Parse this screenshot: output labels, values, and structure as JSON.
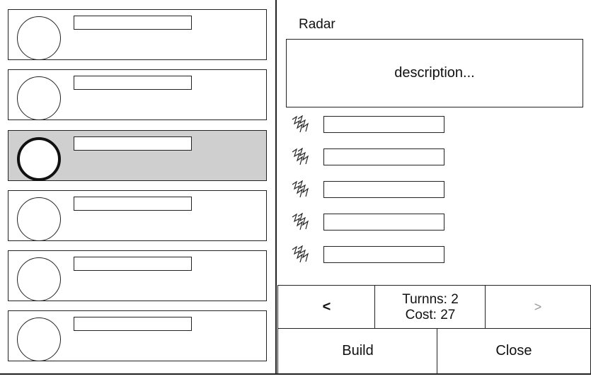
{
  "detail": {
    "title": "Radar",
    "description": "description...",
    "stat_icon": "lightning-bolt-icon"
  },
  "list": {
    "item_count": 6,
    "selected_index": 2
  },
  "controls": {
    "prev_label": "<",
    "next_label": ">",
    "turns_label": "Turnns: 2",
    "cost_label": "Cost: 27",
    "build_label": "Build",
    "close_label": "Close"
  }
}
